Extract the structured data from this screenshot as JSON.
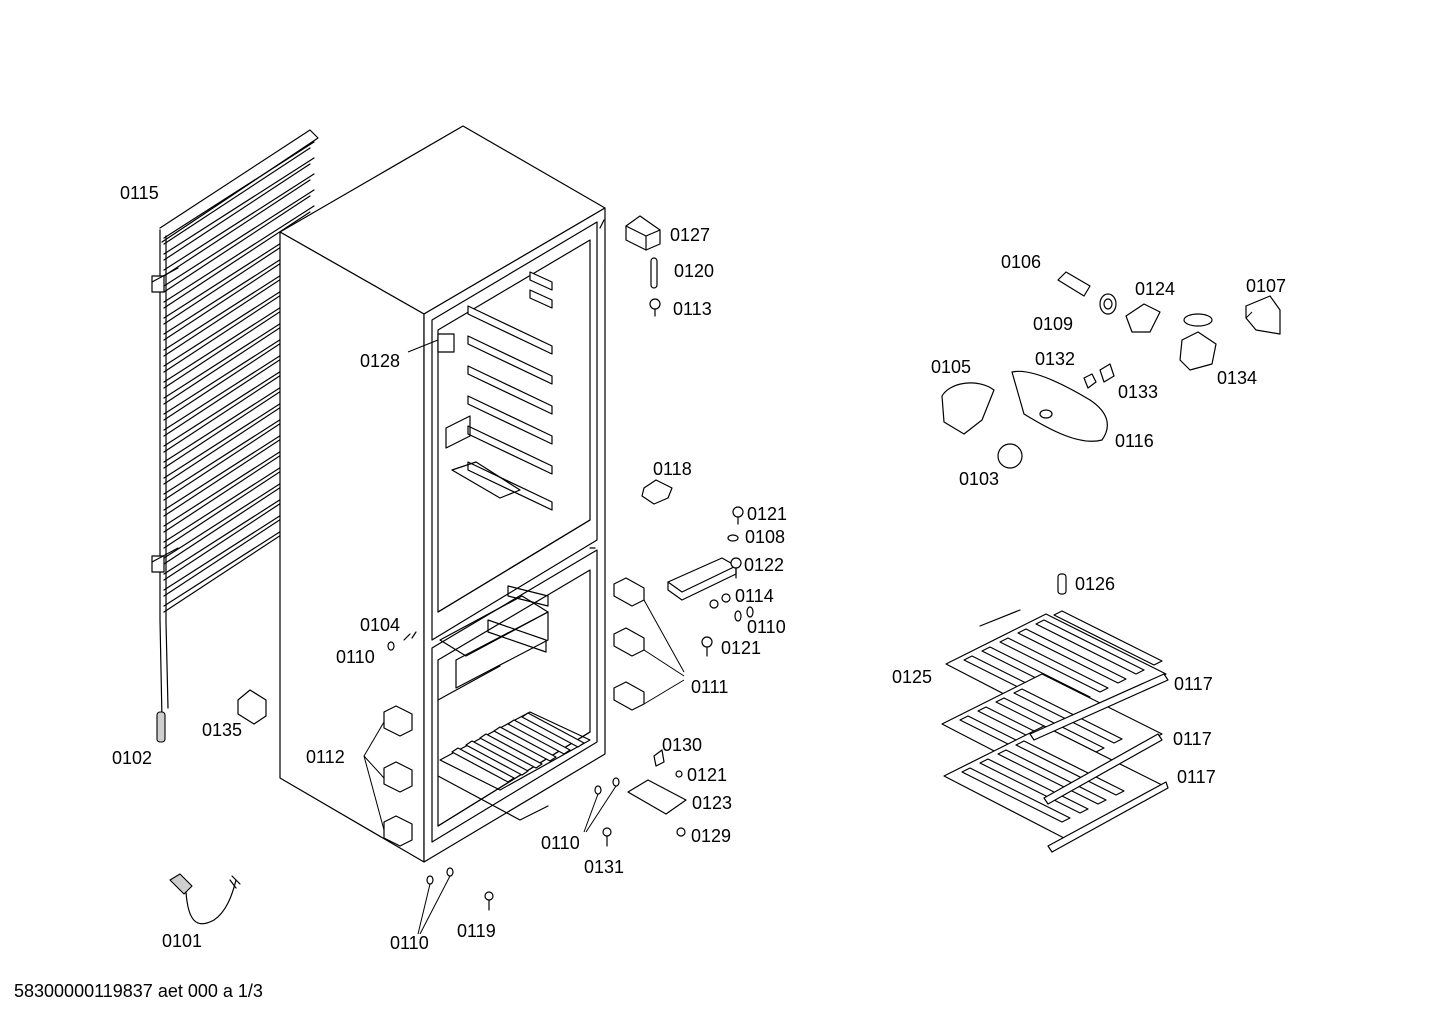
{
  "document_id": "58300000119837 aet 000 a 1/3",
  "callouts": {
    "c0101": "0101",
    "c0102": "0102",
    "c0103": "0103",
    "c0104": "0104",
    "c0105": "0105",
    "c0106": "0106",
    "c0107": "0107",
    "c0108": "0108",
    "c0109": "0109",
    "c0110a": "0110",
    "c0110b": "0110",
    "c0110c": "0110",
    "c0110d": "0110",
    "c0111": "0111",
    "c0112": "0112",
    "c0113": "0113",
    "c0114": "0114",
    "c0115": "0115",
    "c0116": "0116",
    "c0117a": "0117",
    "c0117b": "0117",
    "c0117c": "0117",
    "c0118": "0118",
    "c0119": "0119",
    "c0120": "0120",
    "c0121a": "0121",
    "c0121b": "0121",
    "c0121c": "0121",
    "c0122": "0122",
    "c0123": "0123",
    "c0124": "0124",
    "c0125": "0125",
    "c0126": "0126",
    "c0127": "0127",
    "c0128": "0128",
    "c0129": "0129",
    "c0130": "0130",
    "c0131": "0131",
    "c0132": "0132",
    "c0133": "0133",
    "c0134": "0134",
    "c0135": "0135"
  }
}
